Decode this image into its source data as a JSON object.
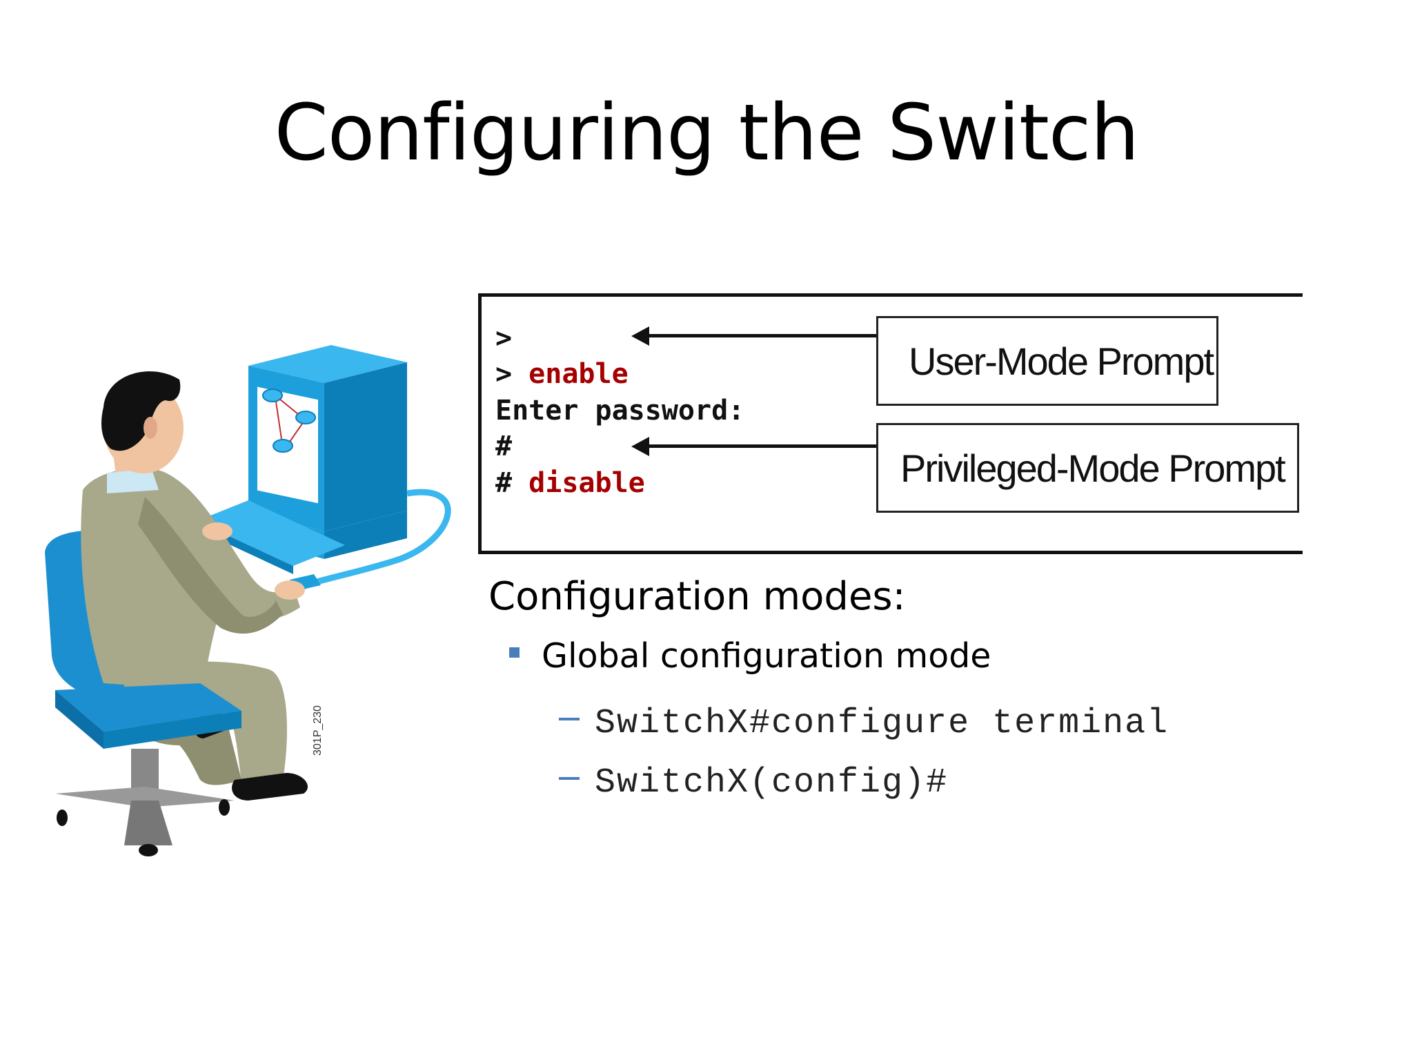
{
  "slide": {
    "title": "Configuring the Switch"
  },
  "terminal": {
    "lines": [
      {
        "prompt": ">",
        "command": ""
      },
      {
        "prompt": "> ",
        "command": "enable"
      },
      {
        "prompt": "Enter password:",
        "command": ""
      },
      {
        "prompt": "#",
        "command": ""
      },
      {
        "prompt": "# ",
        "command": "disable"
      }
    ],
    "labels": {
      "user_mode": "User-Mode Prompt",
      "privileged_mode": "Privileged-Mode Prompt"
    }
  },
  "illustration": {
    "caption": "301P_230"
  },
  "content": {
    "heading": "Configuration modes:",
    "bullet": "Global configuration mode",
    "sub_items": [
      "SwitchX#configure terminal",
      "SwitchX(config)#"
    ]
  },
  "colors": {
    "accent": "#4a7ebb",
    "command": "#a50000",
    "device_blue": "#1fa3e0"
  }
}
